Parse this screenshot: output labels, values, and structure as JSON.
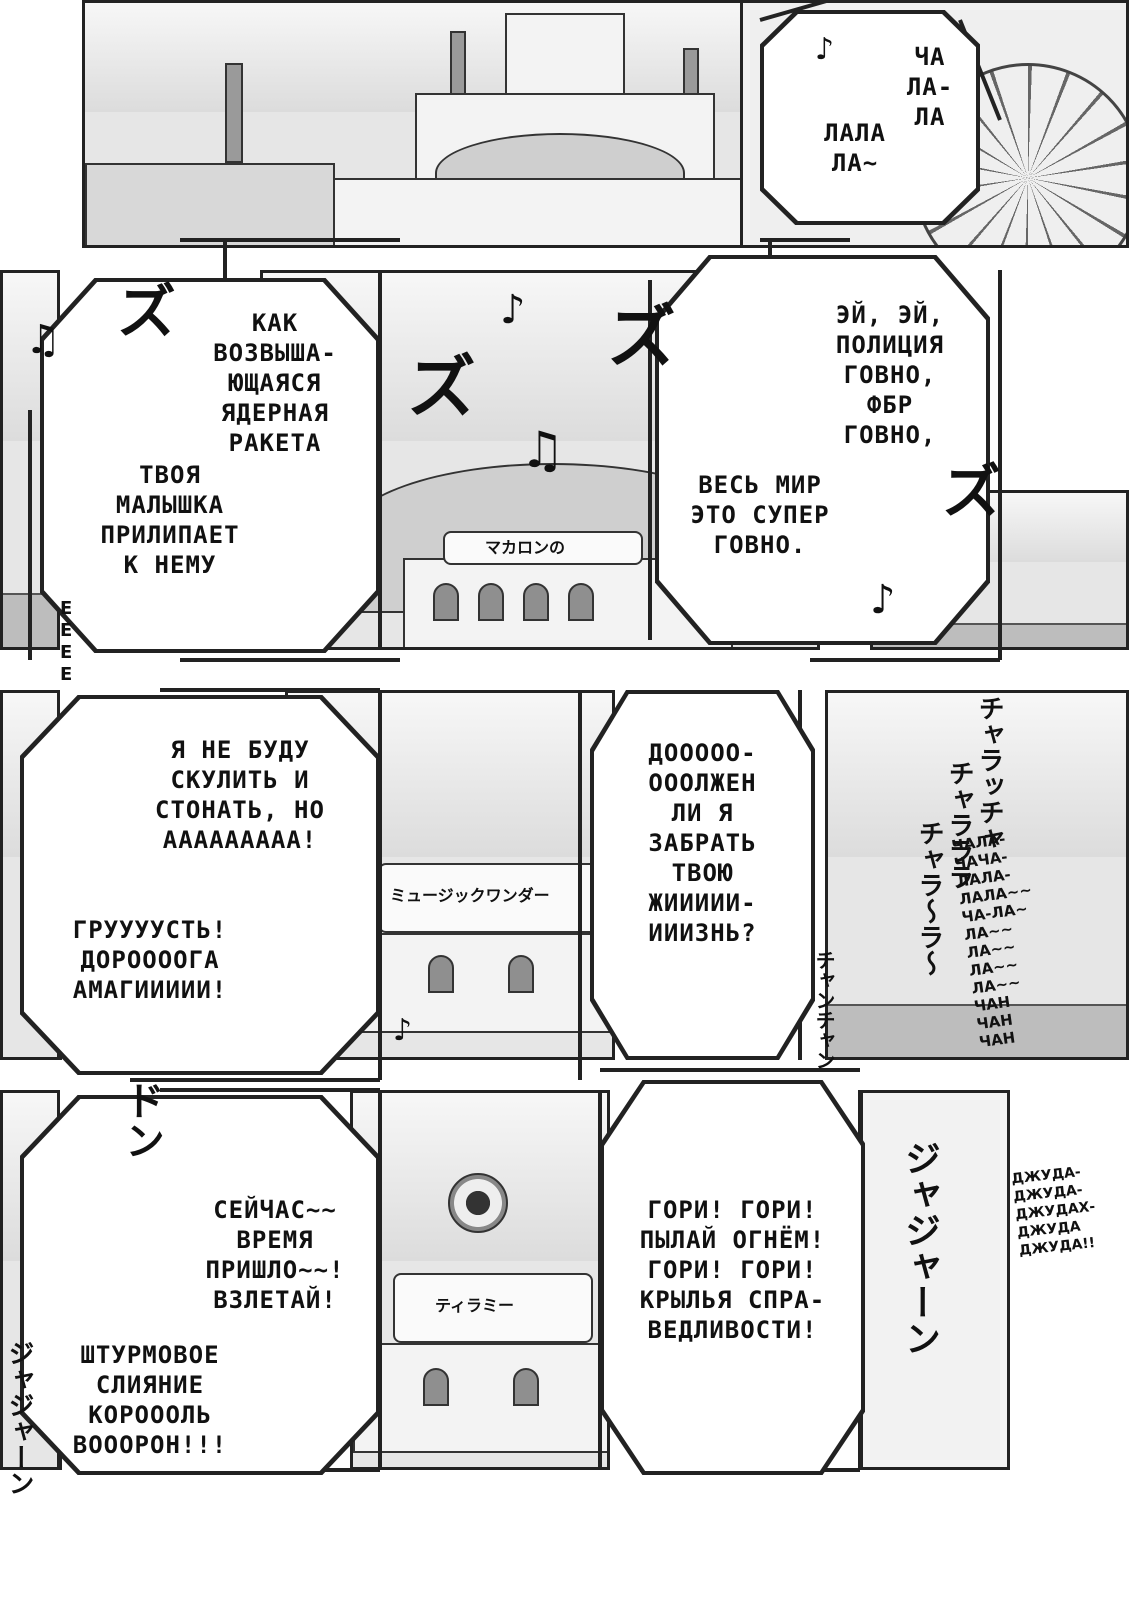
{
  "bubbles": {
    "b1": {
      "lines": "ЧА\nЛА-\nЛА"
    },
    "b1b": {
      "lines": "ЛАЛА\nЛА~"
    },
    "b2": {
      "lines": "КАК\nВОЗВЫША-\nЮЩАЯСЯ\nЯДЕРНАЯ\nРАКЕТА"
    },
    "b2b": {
      "lines": "ТВОЯ\nМАЛЫШКА\nПРИЛИПАЕТ\nК НЕМУ"
    },
    "b3": {
      "lines": "ЭЙ, ЭЙ,\nПОЛИЦИЯ\nГОВНО,\nФБР\nГОВНО,"
    },
    "b3b": {
      "lines": "ВЕСЬ МИР\nЭТО СУПЕР\nГОВНО."
    },
    "b4": {
      "lines": "Я НЕ БУДУ\nСКУЛИТЬ И\nСТОНАТЬ, НО\nААААААААА!"
    },
    "b4b": {
      "lines": "ГРУУУУСТЬ!\nДОРОООOГА\nАМАГИИИИИ!"
    },
    "b5": {
      "lines": "ДООООО-\nОООЛЖЕН\nЛИ Я\nЗАБРАТЬ\nТВОЮ\nЖИИИИИ-\nИИИЗНЬ?"
    },
    "b6": {
      "lines": "СЕЙЧАС~~\nВРЕМЯ\nПРИШЛО~~!\nВЗЛЕТАЙ!"
    },
    "b6b": {
      "lines": "ШТУРМОВОЕ\nСЛИЯНИЕ\nКОРОООЛЬ\nВОООРОН!!!"
    },
    "b7": {
      "lines": "ГОРИ! ГОРИ!\nПЫЛАЙ ОГНЁМ!\nГОРИ! ГОРИ!\nКРЫЛЬЯ СПРА-\nВЕДЛИВОСТИ!"
    }
  },
  "sfx": {
    "chala": "ЧАЛА-\nЧАЧА-\nЛАЛА-\nЛАЛА~~\nЧА-ЛА~\nЛА~~\nЛА~~\nЛА~~\nЛА~~\nЧАН\nЧАН\nЧАН",
    "jajuda": "ДЖУДА-\nДЖУДА-\nДЖУДАХ-\nДЖУДА\nДЖУДА!!",
    "eee": "Е\nЕ\nЕ\nЕ",
    "kana_zu1": "ズ",
    "kana_zu2": "ズ",
    "kana_zu3": "ズ",
    "kana_zu4": "ズ",
    "kana_chara": "チャラッチャ",
    "kana_chara2": "チャラララ",
    "kana_chara3": "チャラ〜ラ〜",
    "kana_chara4": "チャンチャン",
    "kana_do": "ドン",
    "kana_jaja": "ジャジャーン"
  },
  "signs": {
    "sign_cafe": "マカロンの",
    "sign_music": "ミュージックワンダー",
    "sign_flower": "ティラミー"
  },
  "notes": {
    "n1": "♪",
    "n2": "♫",
    "n3": "♪",
    "n4": "♫",
    "n5": "♪",
    "n6": "♪"
  }
}
